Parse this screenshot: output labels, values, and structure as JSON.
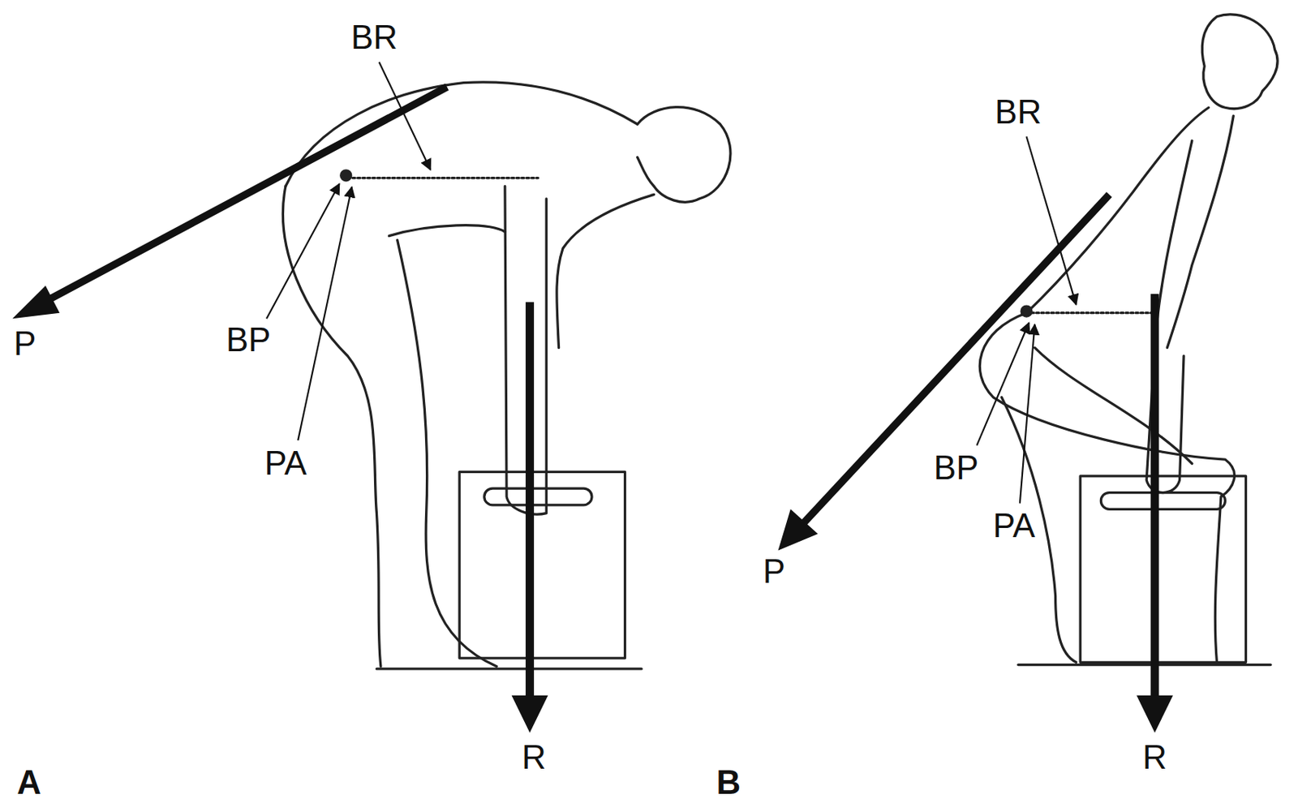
{
  "diagram": {
    "labels": [
      "BR",
      "P",
      "BP",
      "PA",
      "R",
      "A",
      "BR",
      "P",
      "BP",
      "PA",
      "R",
      "B"
    ]
  }
}
